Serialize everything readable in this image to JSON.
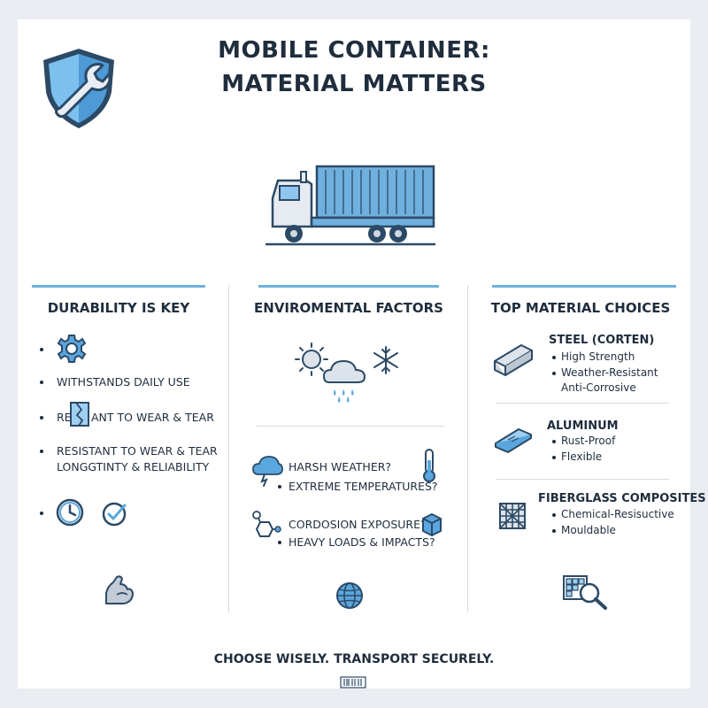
{
  "title": {
    "line1": "MOBILE CONTAINER:",
    "line2": "MATERIAL MATTERS"
  },
  "icons": {
    "logo": "shield-wrench-icon",
    "hero": "container-truck-icon"
  },
  "columns": {
    "durability": {
      "heading": "DURABILITY IS KEY",
      "items": [
        "WITHSTANDS DAILY USE",
        "RESI",
        "ANT TO WEAR & TEAR",
        "RESISTANT TO WEAR & TEAR",
        "LONGGTINTY & RELIABILITY"
      ]
    },
    "environment": {
      "heading": "ENVIROMENTAL FACTORS",
      "items": [
        "HARSH WEATHER?",
        "EXTREME TEMPERATURES?",
        "CORDOSION EXPOSURE?",
        "HEAVY LOADS & IMPACTS?"
      ]
    },
    "materials": {
      "heading": "TOP MATERIAL CHOICES",
      "groups": [
        {
          "name": "STEEL (CORTEN)",
          "points": [
            "High Strength",
            "Weather-Resistant"
          ],
          "extra": "Anti-Corrosive"
        },
        {
          "name": "ALUMINUM",
          "points": [
            "Rust-Proof",
            "Flexible"
          ]
        },
        {
          "name": "FIBERGLASS COMPOSITES",
          "points": [
            "Chemical-Resisuctive",
            "Mouldable"
          ]
        }
      ]
    }
  },
  "footer": "CHOOSE WISELY. TRANSPORT SECURELY.",
  "colors": {
    "accent": "#6fb0df",
    "ink": "#1f2d3d",
    "fill": "#5aa6de"
  }
}
